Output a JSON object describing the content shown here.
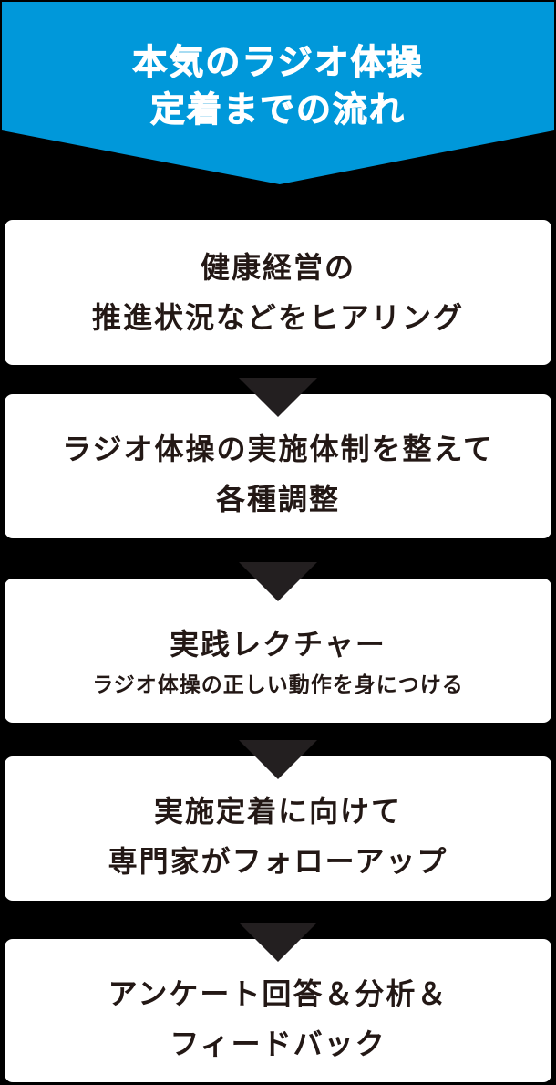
{
  "header": {
    "title_lines": [
      "本気のラジオ体操",
      "定着までの流れ"
    ],
    "color": "#0098da",
    "text_color": "#ffffff"
  },
  "theme": {
    "background": "#000000",
    "box_color": "#ffffff",
    "text_color": "#231815",
    "arrow_color": "#231f20"
  },
  "steps": [
    {
      "lines": [
        "健康経営の",
        "推進状況などをヒアリング"
      ]
    },
    {
      "lines": [
        "ラジオ体操の実施体制を整えて",
        "各種調整"
      ]
    },
    {
      "lines": [
        "実践レクチャー"
      ],
      "subtitle": "ラジオ体操の正しい動作を身につける"
    },
    {
      "lines": [
        "実施定着に向けて",
        "専門家がフォローアップ"
      ]
    },
    {
      "lines": [
        "アンケート回答＆分析＆",
        "フィードバック"
      ]
    }
  ],
  "arrows": [
    {
      "icon": "down-triangle-arrow-icon"
    },
    {
      "icon": "down-triangle-arrow-icon"
    },
    {
      "icon": "down-triangle-arrow-icon"
    },
    {
      "icon": "down-triangle-arrow-icon"
    }
  ]
}
